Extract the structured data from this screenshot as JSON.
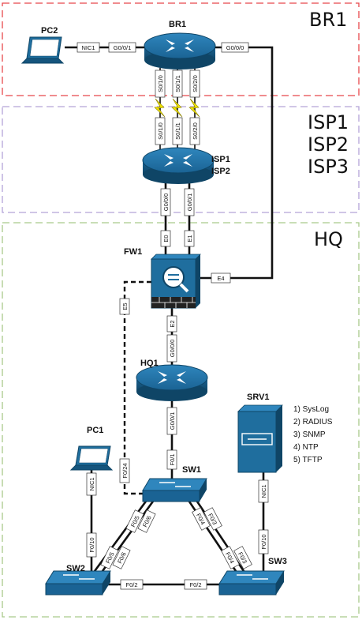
{
  "zones": {
    "br1": "BR1",
    "isp_line1": "ISP1",
    "isp_line2": "ISP2",
    "isp_line3": "ISP3",
    "hq": "HQ"
  },
  "devices": {
    "pc2": "PC2",
    "br1": "BR1",
    "isp1": "ISP1",
    "isp2": "ISP2",
    "fw1": "FW1",
    "hq1": "HQ1",
    "srv1": "SRV1",
    "pc1": "PC1",
    "sw1": "SW1",
    "sw2": "SW2",
    "sw3": "SW3"
  },
  "ports": {
    "pc2_nic1": "NIC1",
    "br1_g001": "G0/0/1",
    "br1_g000": "G0/0/0",
    "br1_s010": "S0/1/0",
    "br1_s011": "S0/1/1",
    "br1_s020": "S0/2/0",
    "isp_s010": "S0/1/0",
    "isp_s011": "S0/1/1",
    "isp_s020": "S0/2/0",
    "isp_g000": "G0/0/0",
    "isp_g001": "G0/0/1",
    "fw_e0": "E0",
    "fw_e1": "E1",
    "fw_e4": "E4",
    "fw_e5": "E5",
    "fw_e2": "E2",
    "hq1_g000": "G0/0/0",
    "hq1_g001": "G0/0/1",
    "sw1_f01": "F0/1",
    "sw1_f024": "F0/24",
    "pc1_nic1": "NIC1",
    "sw2_f010": "F0/10",
    "sw1_f05": "F0/5",
    "sw1_f06": "F0/6",
    "sw2_f05": "F0/5",
    "sw2_f06": "F0/6",
    "sw1_f04": "F0/4",
    "sw1_f03": "F0/3",
    "sw3_f04": "F0/4",
    "sw3_f03": "F0/3",
    "srv1_nic1": "NIC1",
    "sw3_f010": "F0/10",
    "sw2_f02": "F0/2",
    "sw3_f02": "F0/2"
  },
  "services": [
    "1) SysLog",
    "2) RADIUS",
    "3) SNMP",
    "4) NTP",
    "5) TFTP"
  ],
  "colors": {
    "br1_zone": "#e8474c",
    "isp_zone": "#b3a3d8",
    "hq_zone": "#a9c98a",
    "device_fill": "#1f6e9e",
    "device_dark": "#15557d",
    "serial_bolt": "#f2e600",
    "link": "#111111"
  }
}
